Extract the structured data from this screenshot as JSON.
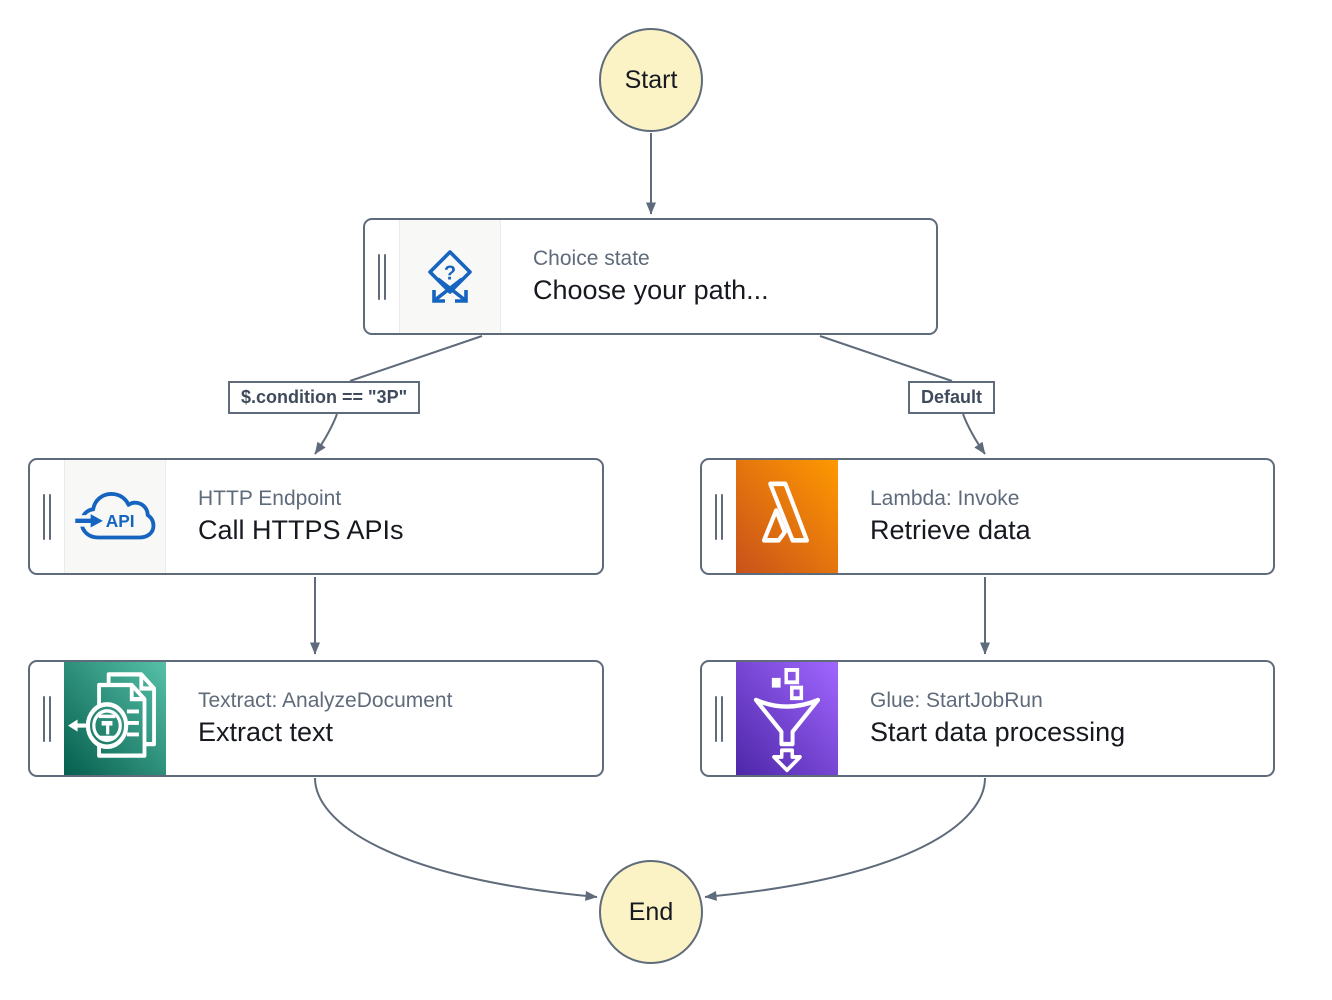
{
  "colors": {
    "line": "#5f6b7a",
    "terminal-fill": "#fbf3c6",
    "type-text": "#5f6b7a",
    "name-text": "#16191f",
    "label-text": "#3f4b5c",
    "icon-blue": "#1565c0",
    "icon-cell-bg": "#f8f8f7",
    "icon-cell-border": "#e9ebed",
    "lambda-from": "#c8511b",
    "lambda-to": "#ff9900",
    "textract-from": "#055f4e",
    "textract-to": "#56c0a7",
    "glue-from": "#4d27a8",
    "glue-to": "#a166ff"
  },
  "workflow": {
    "start_label": "Start",
    "end_label": "End",
    "branch_labels": {
      "condition": "$.condition == \"3P\"",
      "default": "Default"
    },
    "states": {
      "choice": {
        "type": "Choice state",
        "name": "Choose your path..."
      },
      "http": {
        "type": "HTTP Endpoint",
        "name": "Call HTTPS APIs"
      },
      "lambda": {
        "type": "Lambda: Invoke",
        "name": "Retrieve data"
      },
      "textract": {
        "type": "Textract: AnalyzeDocument",
        "name": "Extract text"
      },
      "glue": {
        "type": "Glue: StartJobRun",
        "name": "Start data processing"
      }
    }
  },
  "icons": {
    "choice_question_mark": "?",
    "api_label": "API"
  }
}
